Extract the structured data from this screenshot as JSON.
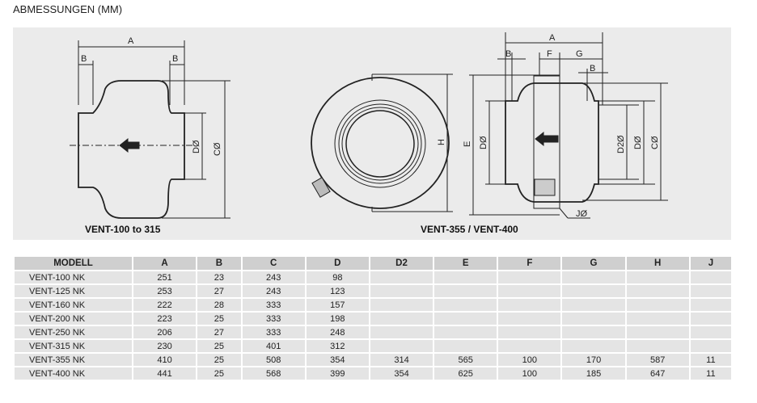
{
  "title": "ABMESSUNGEN (MM)",
  "diagrams": {
    "left_caption": "VENT-100 to 315",
    "right_caption": "VENT-355 / VENT-400",
    "labels": {
      "A": "A",
      "B": "B",
      "C": "CØ",
      "D": "DØ",
      "D2": "D2Ø",
      "E": "E",
      "F": "F",
      "G": "G",
      "H": "H",
      "J": "JØ"
    }
  },
  "table": {
    "headers": [
      "MODELL",
      "A",
      "B",
      "C",
      "D",
      "D2",
      "E",
      "F",
      "G",
      "H",
      "J"
    ],
    "rows": [
      [
        "VENT-100  NK",
        "251",
        "23",
        "243",
        "98",
        "",
        "",
        "",
        "",
        "",
        ""
      ],
      [
        "VENT-125  NK",
        "253",
        "27",
        "243",
        "123",
        "",
        "",
        "",
        "",
        "",
        ""
      ],
      [
        "VENT-160  NK",
        "222",
        "28",
        "333",
        "157",
        "",
        "",
        "",
        "",
        "",
        ""
      ],
      [
        "VENT-200  NK",
        "223",
        "25",
        "333",
        "198",
        "",
        "",
        "",
        "",
        "",
        ""
      ],
      [
        "VENT-250  NK",
        "206",
        "27",
        "333",
        "248",
        "",
        "",
        "",
        "",
        "",
        ""
      ],
      [
        "VENT-315  NK",
        "230",
        "25",
        "401",
        "312",
        "",
        "",
        "",
        "",
        "",
        ""
      ],
      [
        "VENT-355  NK",
        "410",
        "25",
        "508",
        "354",
        "314",
        "565",
        "100",
        "170",
        "587",
        "11"
      ],
      [
        "VENT-400  NK",
        "441",
        "25",
        "568",
        "399",
        "354",
        "625",
        "100",
        "185",
        "647",
        "11"
      ]
    ]
  }
}
